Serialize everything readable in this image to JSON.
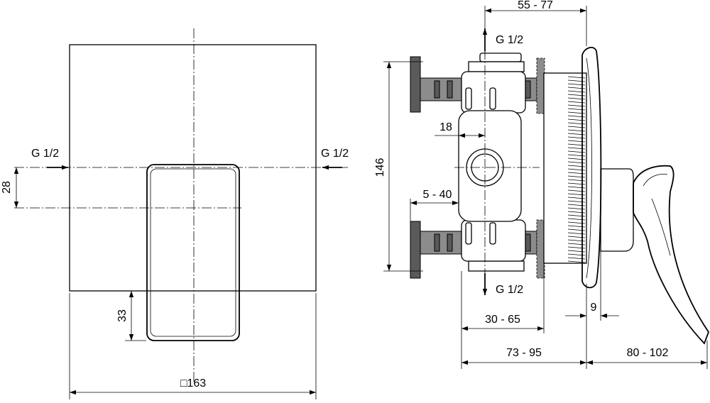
{
  "front_view": {
    "inlet_left": "G 1/2",
    "inlet_right": "G 1/2",
    "dim_offset": "28",
    "dim_lever": "33",
    "dim_plate": "□163"
  },
  "side_view": {
    "outlet_top": "G 1/2",
    "outlet_bottom": "G 1/2",
    "dim_install_depth": "55 - 77",
    "dim_18": "18",
    "dim_height": "146",
    "dim_5_40": "5 - 40",
    "dim_plate_thickness": "9",
    "dim_30_65": "30 - 65",
    "dim_73_95": "73 - 95",
    "dim_80_102": "80 - 102"
  }
}
